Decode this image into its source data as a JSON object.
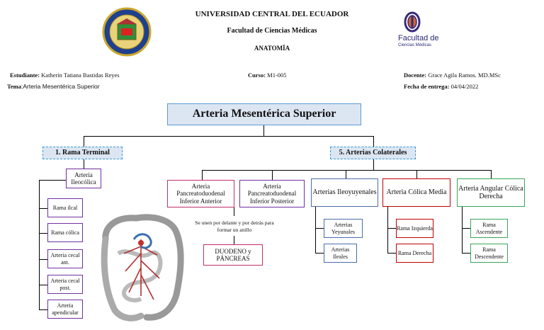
{
  "header": {
    "university": "UNIVERSIDAD CENTRAL DEL ECUADOR",
    "faculty": "Facultad de Ciencias Médicas",
    "subject": "ANATOMÍA",
    "logo_right_line1": "Facultad de",
    "logo_right_line2": "Ciencias Médicas"
  },
  "info": {
    "student_label": "Estudiante:",
    "student_value": " Katherin Tatiana Bastidas Reyes",
    "course_label": "Curso:",
    "course_value": "  M1-005",
    "teacher_label": "Docente:",
    "teacher_value": " Grace Agila Ramos. MD.MSc",
    "topic_label": "Tema",
    "topic_value": ":Arteria Mesentérica Superior",
    "date_label": "Fecha de entrega:",
    "date_value": " 04/04/2022"
  },
  "diagram": {
    "title": "Arteria Mesentérica Superior",
    "branch_terminal": "1.  Rama Terminal",
    "branch_collateral": "5. Arterias Colaterales",
    "ileocolica": "Arteria Ileocólica",
    "terminal_items": [
      "Rama ilcal",
      "Rama cólica",
      "Arteria cecal ant.",
      "Arteria cecal post.",
      "Arteria apendicular"
    ],
    "pancreato_anterior": "Arteria Pancreatoduodenal Inferior Anterior",
    "pancreato_posterior": "Arteria Pancreatoduodenal Inferior Posterior",
    "note": "Se unen por delante y por detrás para formar un anillo",
    "duodeno": "DUODENO y PÁNCREAS",
    "ileoyeyunales": "Arterias Ileoyuyenales",
    "ileo_items": [
      "Arterias Yeyunales",
      "Arterias Ileales"
    ],
    "colica_media": "Arteria Cólica Media",
    "colica_items": [
      "Rama Izquierda",
      "Rama Derecha"
    ],
    "angular": "Arteria Angular Cólica Derecha",
    "angular_items": [
      "Rama Ascendente",
      "Rama Descendente"
    ]
  },
  "colors": {
    "title_bg": "#dce6f2",
    "title_border": "#5b9bd5",
    "purple": "#7030a0",
    "pink": "#c0306a",
    "blue": "#4a6ea8",
    "red": "#c00000",
    "green": "#3aa55a"
  }
}
